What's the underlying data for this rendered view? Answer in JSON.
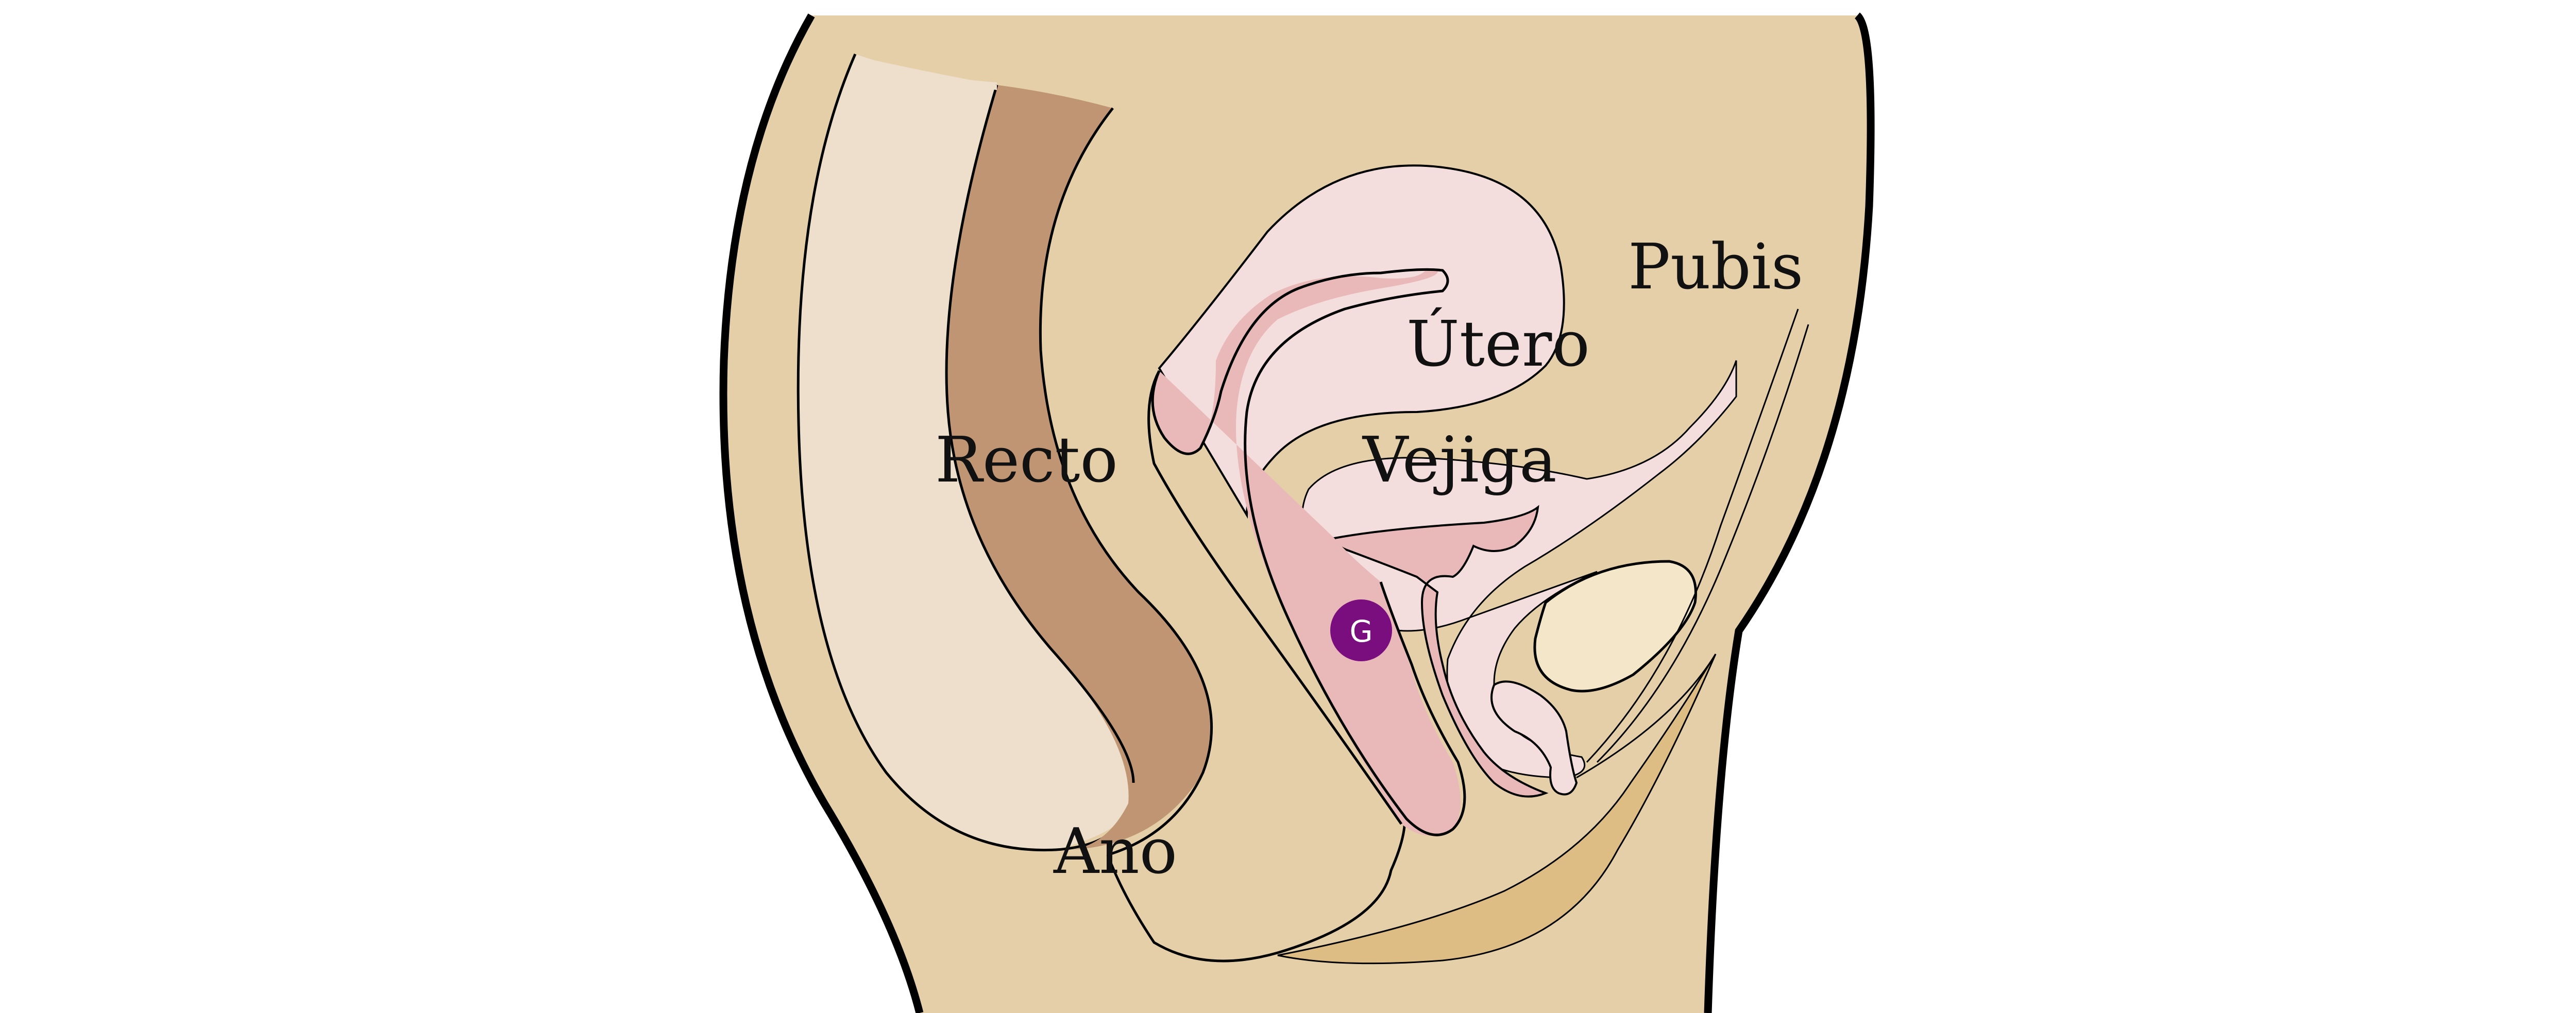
{
  "labels": {
    "pubis": "Pubis",
    "utero": "Útero",
    "vejiga": "Vejiga",
    "recto": "Recto",
    "ano": "Ano",
    "g_spot": "G"
  },
  "colors": {
    "skin": "#e4cfa8",
    "rectum_outer": "#eddfcb",
    "rectum_wall": "#bf9574",
    "uterus_bladder": "#f4dedd",
    "vaginal_canal": "#e9b9b9",
    "pubic_bone": "#f4e6c9",
    "perineum": "#ddbd83",
    "g_spot": "#7a0e7f",
    "outline": "#000000"
  }
}
